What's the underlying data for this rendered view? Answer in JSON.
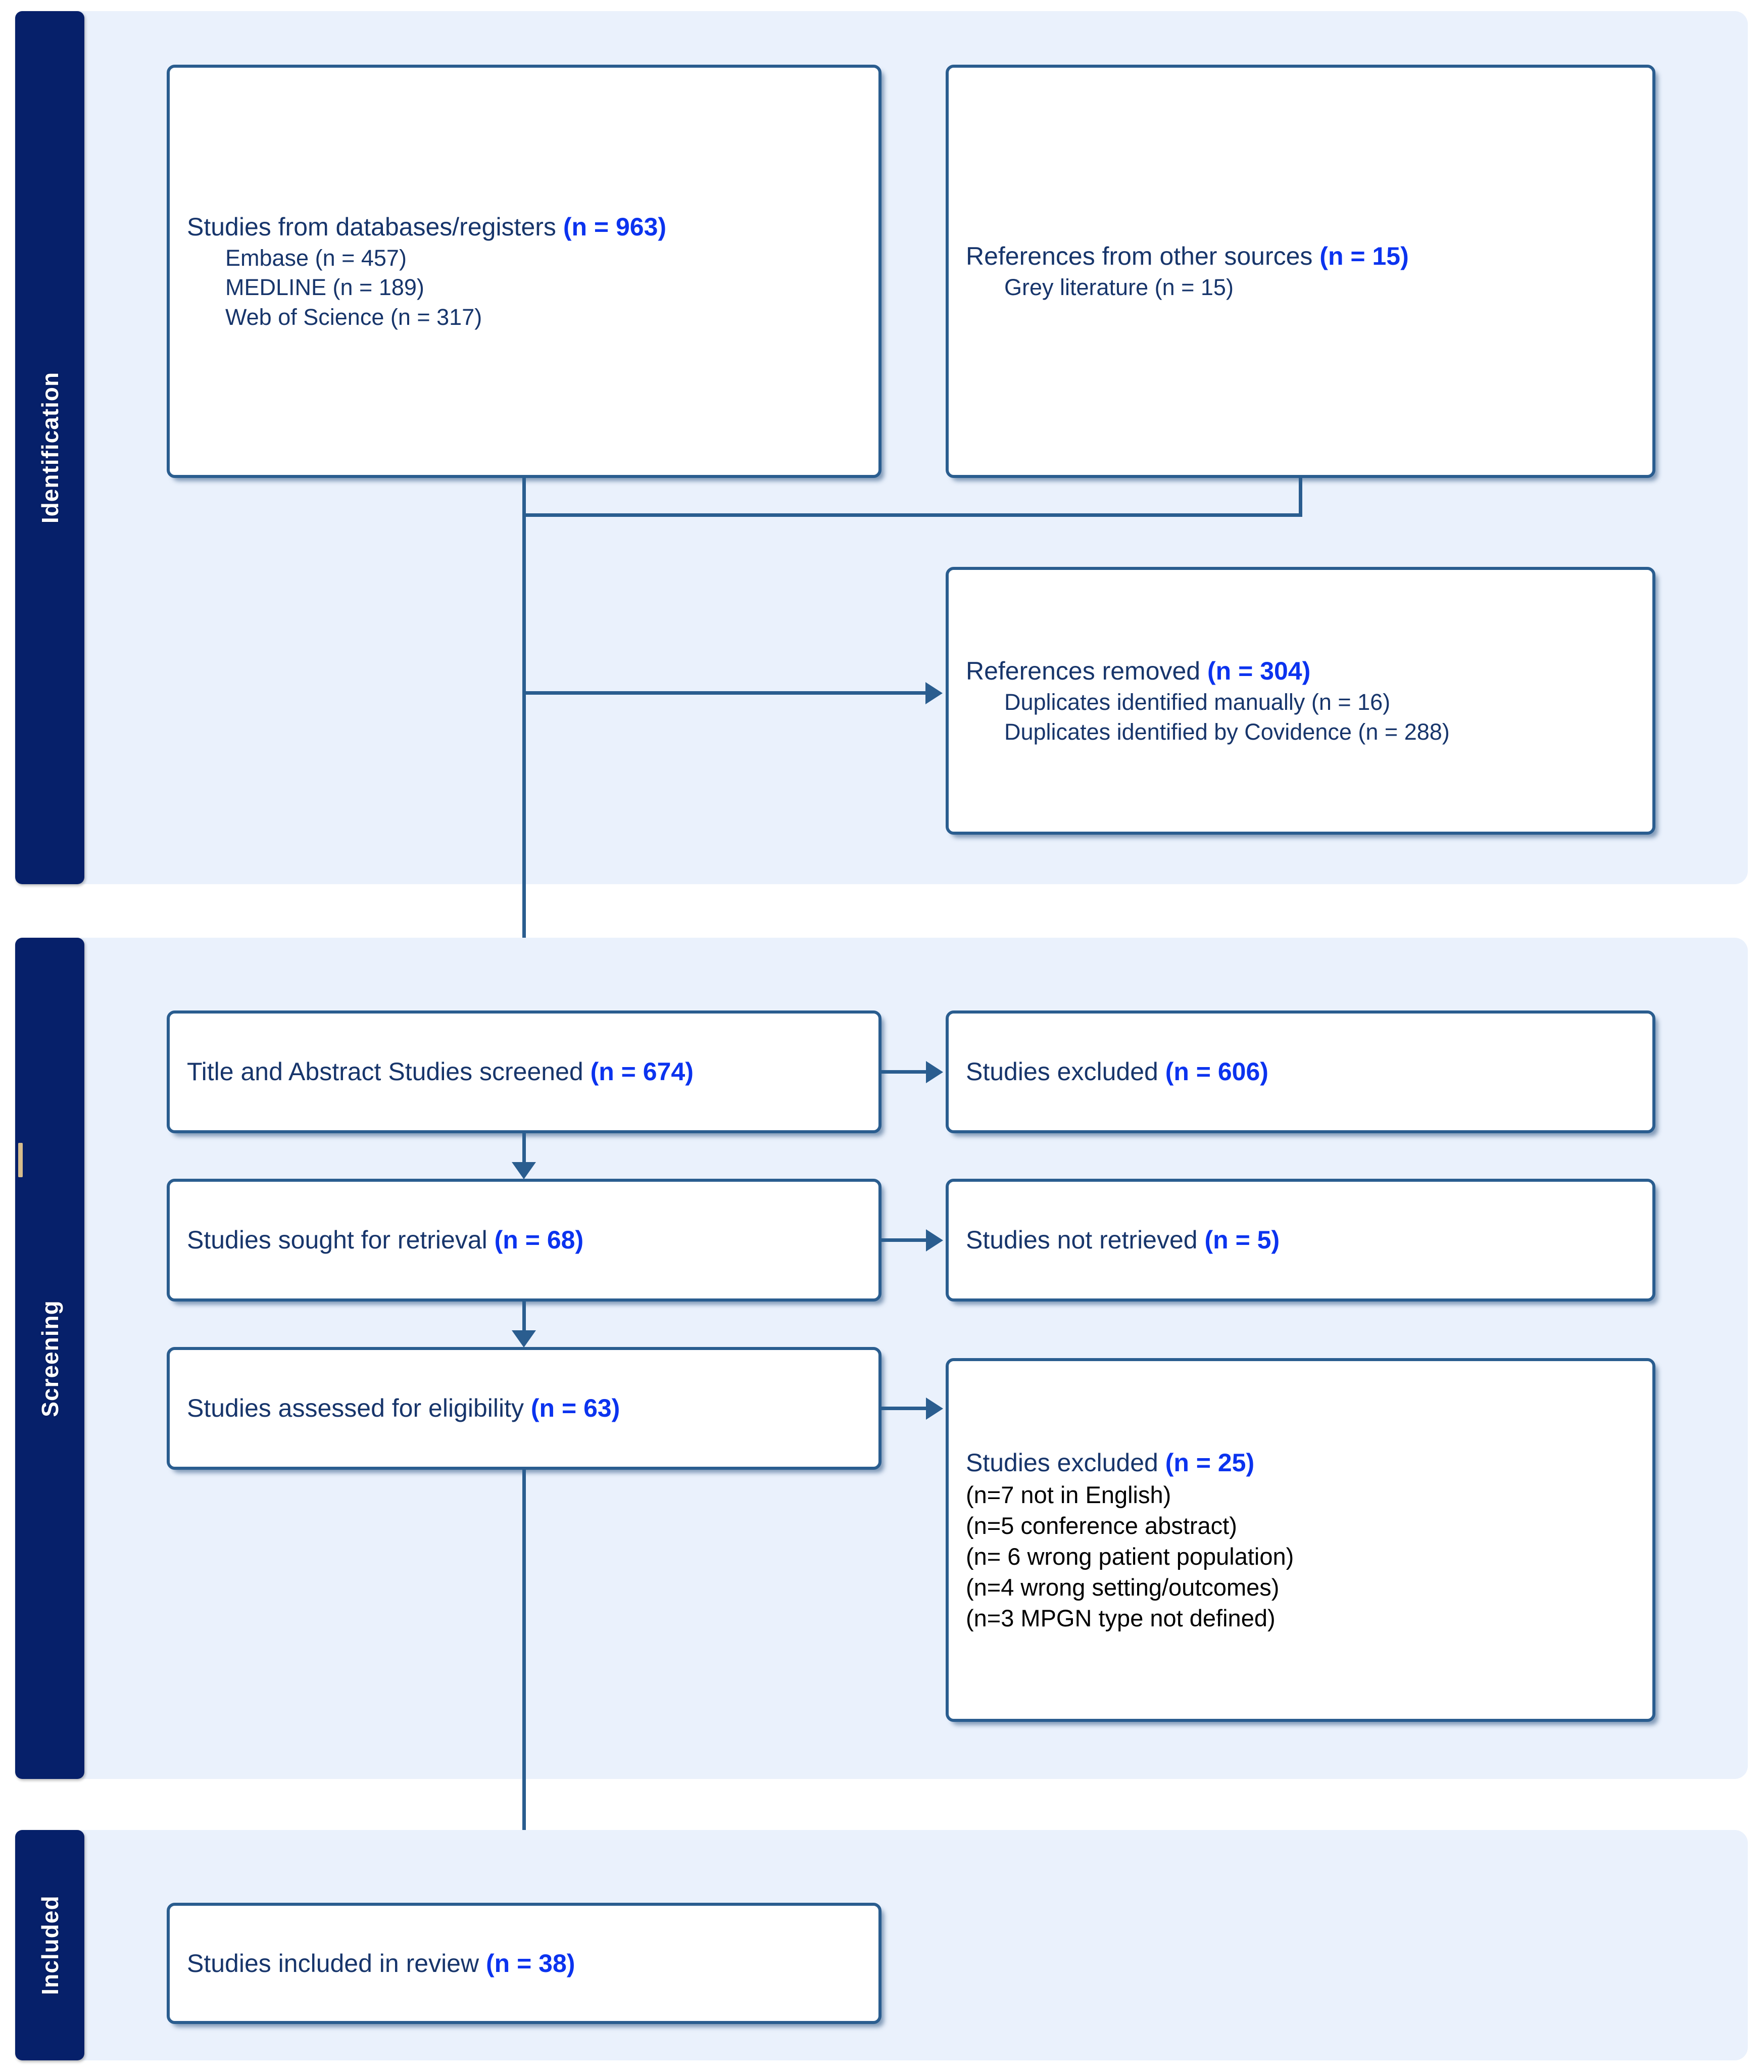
{
  "diagram": {
    "title": "PRISMA flow diagram",
    "colors": {
      "stage_tab": "#06206a",
      "stage_panel": "#eaf1fc",
      "box_border": "#2a5d8f",
      "text": "#17356b",
      "accent_count": "#0b33ef",
      "tick": "#d6bd8c"
    }
  },
  "stages": [
    {
      "id": "identification",
      "label": "Identification"
    },
    {
      "id": "screening",
      "label": "Screening"
    },
    {
      "id": "included",
      "label": "Included"
    }
  ],
  "boxes": {
    "databases": {
      "head_text": "Studies from databases/registers ",
      "head_count": "(n = 963)",
      "sub": [
        "Embase (n = 457)",
        "MEDLINE (n = 189)",
        "Web of Science (n = 317)"
      ]
    },
    "other_sources": {
      "head_text": "References from other sources ",
      "head_count": "(n = 15)",
      "sub": [
        "Grey literature (n = 15)"
      ]
    },
    "references_removed": {
      "head_text": "References removed ",
      "head_count": "(n = 304)",
      "sub": [
        "Duplicates identified manually (n = 16)",
        "Duplicates identified by Covidence (n = 288)"
      ]
    },
    "title_abstract_screened": {
      "head_text": "Title and Abstract Studies screened ",
      "head_count": "(n = 674)"
    },
    "excluded_screening": {
      "head_text": "Studies excluded ",
      "head_count": "(n = 606)"
    },
    "sought_retrieval": {
      "head_text": "Studies sought for retrieval ",
      "head_count": "(n = 68)"
    },
    "not_retrieved": {
      "head_text": "Studies not retrieved ",
      "head_count": "(n = 5)"
    },
    "assessed_eligibility": {
      "head_text": "Studies assessed for eligibility ",
      "head_count": "(n = 63)"
    },
    "excluded_eligibility": {
      "head_text": "Studies excluded ",
      "head_count": "(n = 25)",
      "reasons": [
        "(n=7 not in English)",
        "(n=5 conference abstract)",
        "(n= 6 wrong patient population)",
        "(n=4 wrong setting/outcomes)",
        "(n=3 MPGN type not defined)"
      ]
    },
    "included_review": {
      "head_text": "Studies included in review ",
      "head_count": "(n = 38)"
    }
  },
  "chart_data": {
    "type": "table",
    "title": "PRISMA flow counts",
    "categories": [
      "Studies from databases/registers",
      "Embase",
      "MEDLINE",
      "Web of Science",
      "References from other sources",
      "Grey literature",
      "References removed",
      "Duplicates identified manually",
      "Duplicates identified by Covidence",
      "Title and Abstract Studies screened",
      "Studies excluded (screening)",
      "Studies sought for retrieval",
      "Studies not retrieved",
      "Studies assessed for eligibility",
      "Studies excluded (eligibility)",
      "not in English",
      "conference abstract",
      "wrong patient population",
      "wrong setting/outcomes",
      "MPGN type not defined",
      "Studies included in review"
    ],
    "values": [
      963,
      457,
      189,
      317,
      15,
      15,
      304,
      16,
      288,
      674,
      606,
      68,
      5,
      63,
      25,
      7,
      5,
      6,
      4,
      3,
      38
    ]
  }
}
